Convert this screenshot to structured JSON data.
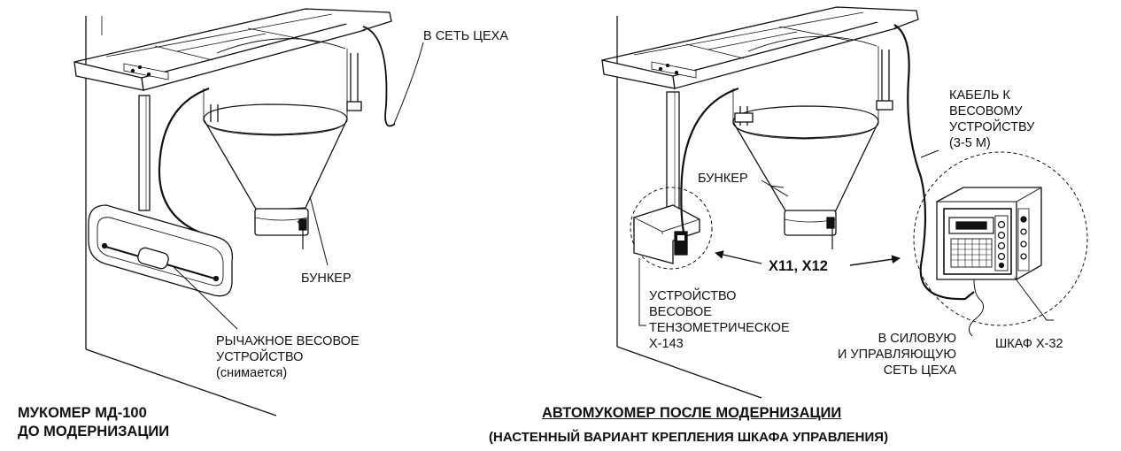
{
  "left": {
    "network_label": "В СЕТЬ ЦЕХА",
    "bunker_label": "БУНКЕР",
    "lever_label_line1": "РЫЧАЖНОЕ ВЕСОВОЕ",
    "lever_label_line2": "УСТРОЙСТВО",
    "lever_label_line3": "(снимается)",
    "caption_line1": "МУКОМЕР МД-100",
    "caption_line2": "ДО МОДЕРНИЗАЦИИ"
  },
  "right": {
    "cable_line1": "КАБЕЛЬ К",
    "cable_line2": "ВЕСОВОМУ",
    "cable_line3": "УСТРОЙСТВУ",
    "cable_line4": "(3-5 М)",
    "bunker_label": "БУНКЕР",
    "connector_label": "X11, X12",
    "device_line1": "УСТРОЙСТВО",
    "device_line2": "ВЕСОВОЕ",
    "device_line3": "ТЕНЗОМЕТРИЧЕСКОЕ",
    "device_line4": "Х-143",
    "power_line1": "В СИЛОВУЮ",
    "power_line2": "И УПРАВЛЯЮЩУЮ",
    "power_line3": "СЕТЬ ЦЕХА",
    "cabinet_label": "ШКАФ Х-32",
    "caption_line1": "АВТОМУКОМЕР  ПОСЛЕ  МОДЕРНИЗАЦИИ",
    "caption_line2": "(НАСТЕННЫЙ ВАРИАНТ КРЕПЛЕНИЯ  ШКАФА УПРАВЛЕНИЯ)"
  }
}
